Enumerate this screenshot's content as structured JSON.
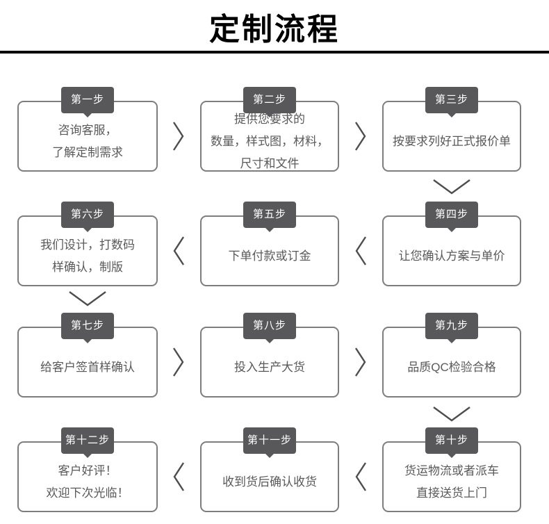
{
  "title": "定制流程",
  "steps": [
    {
      "badge": "第一步",
      "lines": [
        "咨询客服，",
        "了解定制需求"
      ]
    },
    {
      "badge": "第二步",
      "lines": [
        "提供您要求的",
        "数量，样式图，材料，",
        "尺寸和文件"
      ]
    },
    {
      "badge": "第三步",
      "lines": [
        "按要求列好正式报价单"
      ]
    },
    {
      "badge": "第四步",
      "lines": [
        "让您确认方案与单价"
      ]
    },
    {
      "badge": "第五步",
      "lines": [
        "下单付款或订金"
      ]
    },
    {
      "badge": "第六步",
      "lines": [
        "我们设计，打数码",
        "样确认，制版"
      ]
    },
    {
      "badge": "第七步",
      "lines": [
        "给客户签首样确认"
      ]
    },
    {
      "badge": "第八步",
      "lines": [
        "投入生产大货"
      ]
    },
    {
      "badge": "第九步",
      "lines": [
        "品质QC检验合格"
      ]
    },
    {
      "badge": "第十步",
      "lines": [
        "货运物流或者派车",
        "直接送货上门"
      ]
    },
    {
      "badge": "第十一步",
      "lines": [
        "收到货后确认收货"
      ]
    },
    {
      "badge": "第十二步",
      "lines": [
        "客户好评！",
        "欢迎下次光临！"
      ]
    }
  ],
  "colors": {
    "badge_bg": "#58585a",
    "box_border": "#7d7d7d",
    "box_text": "#595959",
    "arrow": "#4d4d4d",
    "title": "#000000"
  }
}
